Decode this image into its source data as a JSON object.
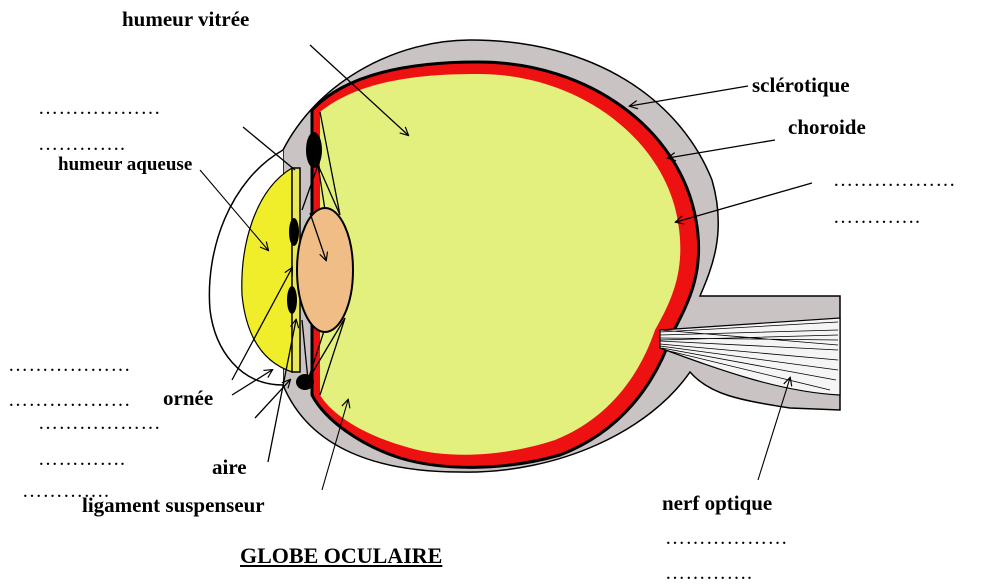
{
  "diagram": {
    "title": "GLOBE OCULAIRE",
    "labels": {
      "humeur_vitree": "humeur vitrée",
      "sclerotique": "sclérotique",
      "choroide": "choroide",
      "humeur_aqueuse": "humeur aqueuse",
      "cornee_partial": "ornée",
      "ciliaire_partial": "aire",
      "ligament_suspenseur": "ligament suspenseur",
      "nerf_optique": "nerf optique"
    },
    "blanks": {
      "long": "………………",
      "short": "…………."
    },
    "colors": {
      "sclera": "#c9c3c3",
      "choroid": "#ee1111",
      "vitreous": "#e4f07e",
      "aqueous": "#f0ee2a",
      "lens": "#f0bd86",
      "outline": "#000000"
    }
  }
}
